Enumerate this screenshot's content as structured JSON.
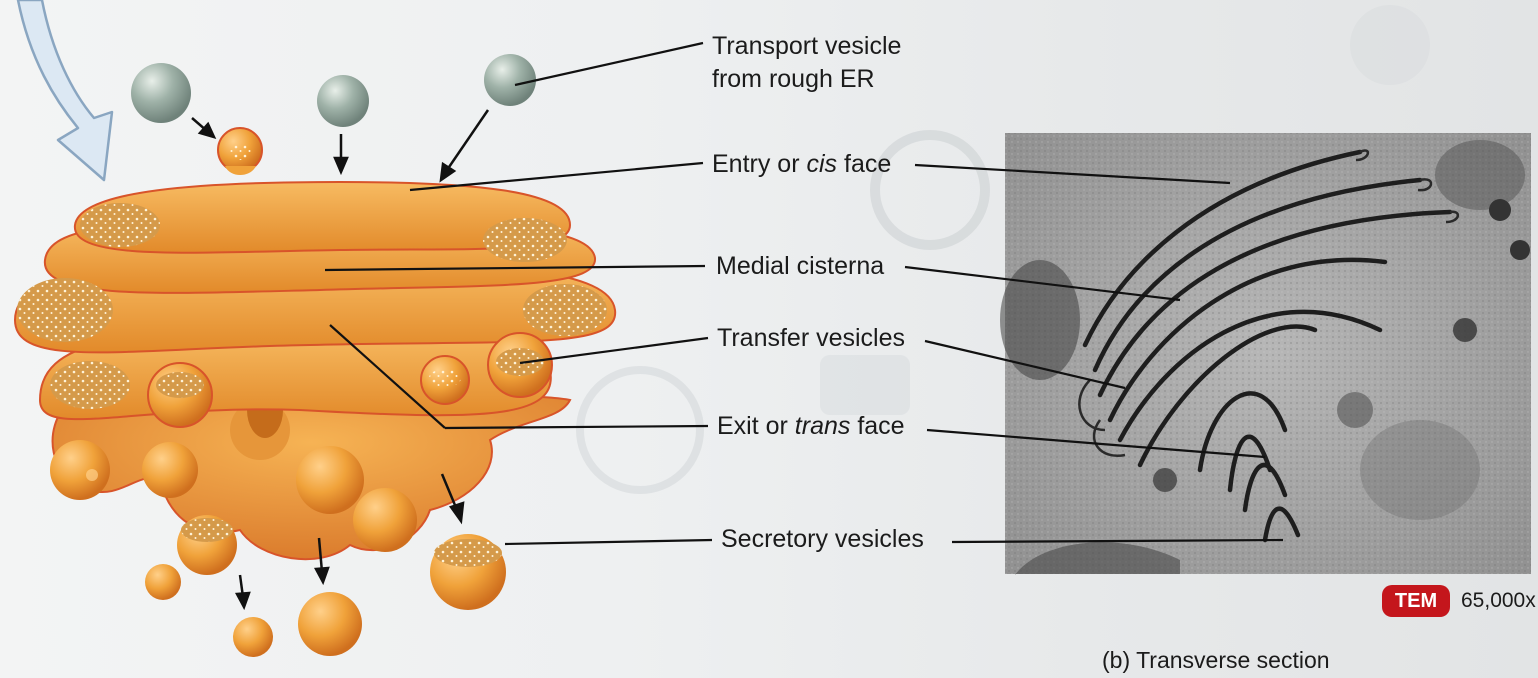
{
  "labels": {
    "transport_vesicle_line1": "Transport vesicle",
    "transport_vesicle_line2": "from rough ER",
    "entry_prefix": "Entry or ",
    "entry_italic": "cis",
    "entry_suffix": " face",
    "medial": "Medial cisterna",
    "transfer": "Transfer vesicles",
    "exit_prefix": "Exit or ",
    "exit_italic": "trans",
    "exit_suffix": " face",
    "secretory": "Secretory vesicles"
  },
  "micrograph": {
    "badge": "TEM",
    "magnification": "65,000x",
    "caption": "(b) Transverse section"
  },
  "colors": {
    "golgi_fill": "#f0a23a",
    "golgi_edge": "#d8542a",
    "er_vesicle": "#8fa39a",
    "badge_red": "#c4161c",
    "arrow_blue": "#dce8f3"
  }
}
